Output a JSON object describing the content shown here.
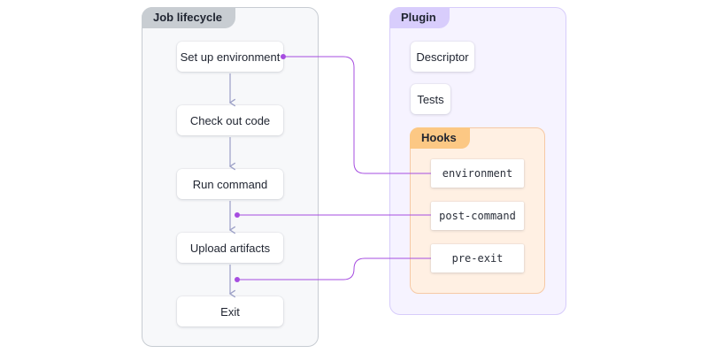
{
  "job_lifecycle": {
    "title": "Job lifecycle",
    "steps": [
      "Set up environment",
      "Check out code",
      "Run command",
      "Upload artifacts",
      "Exit"
    ]
  },
  "plugin": {
    "title": "Plugin",
    "items": [
      "Descriptor",
      "Tests"
    ],
    "hooks": {
      "title": "Hooks",
      "items": [
        "environment",
        "post-command",
        "pre-exit"
      ]
    }
  },
  "colors": {
    "connector": "#a64de0",
    "flow_arrow": "#9b9fc6"
  }
}
